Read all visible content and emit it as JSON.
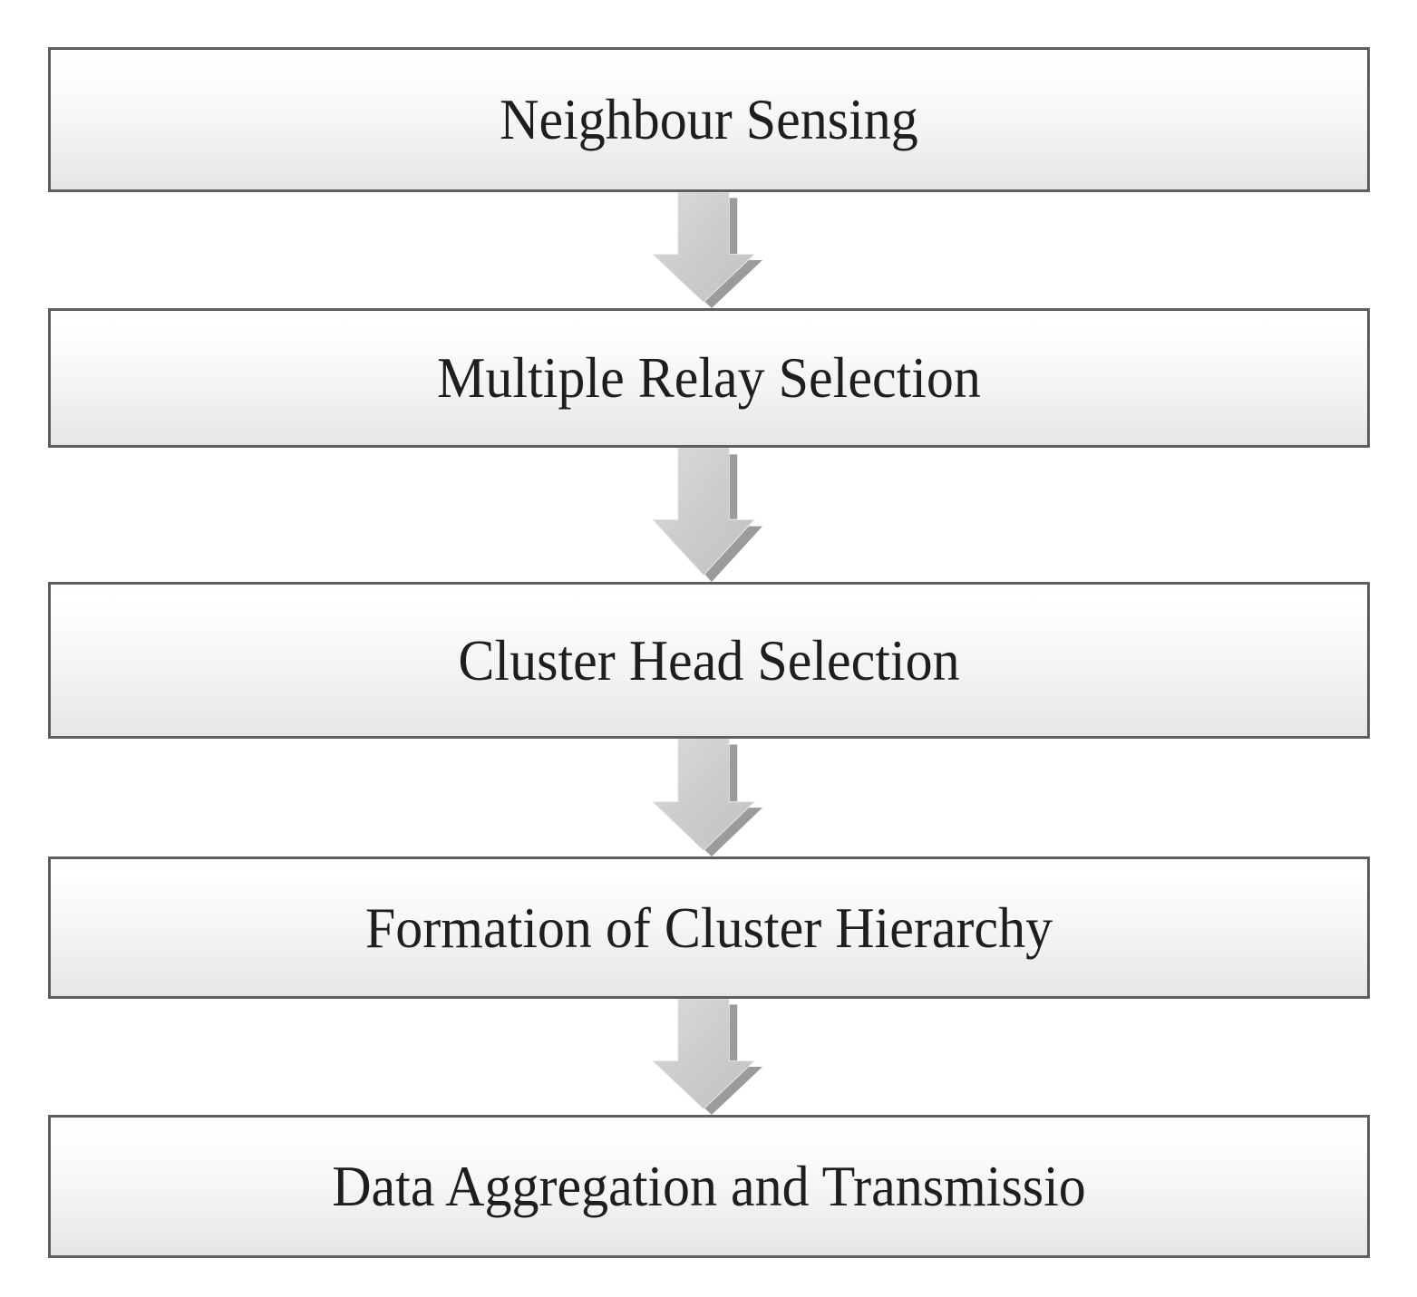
{
  "diagram": {
    "type": "flowchart",
    "direction": "top-down",
    "steps": [
      {
        "label": "Neighbour Sensing"
      },
      {
        "label": "Multiple Relay Selection"
      },
      {
        "label": "Cluster Head Selection"
      },
      {
        "label": "Formation of Cluster Hierarchy"
      },
      {
        "label": "Data Aggregation and Transmissio"
      }
    ],
    "connector_icon": "down-block-arrow-icon",
    "colors": {
      "background": "#ffffff",
      "box_border": "#5e5e60",
      "box_fill_top": "#ffffff",
      "box_fill_bottom": "#e6e6e6",
      "arrow_fill_light": "#d9d9d9",
      "arrow_fill_dark": "#c3c3c3",
      "arrow_shadow": "#9b9b9b",
      "text": "#1e1e1e"
    }
  }
}
